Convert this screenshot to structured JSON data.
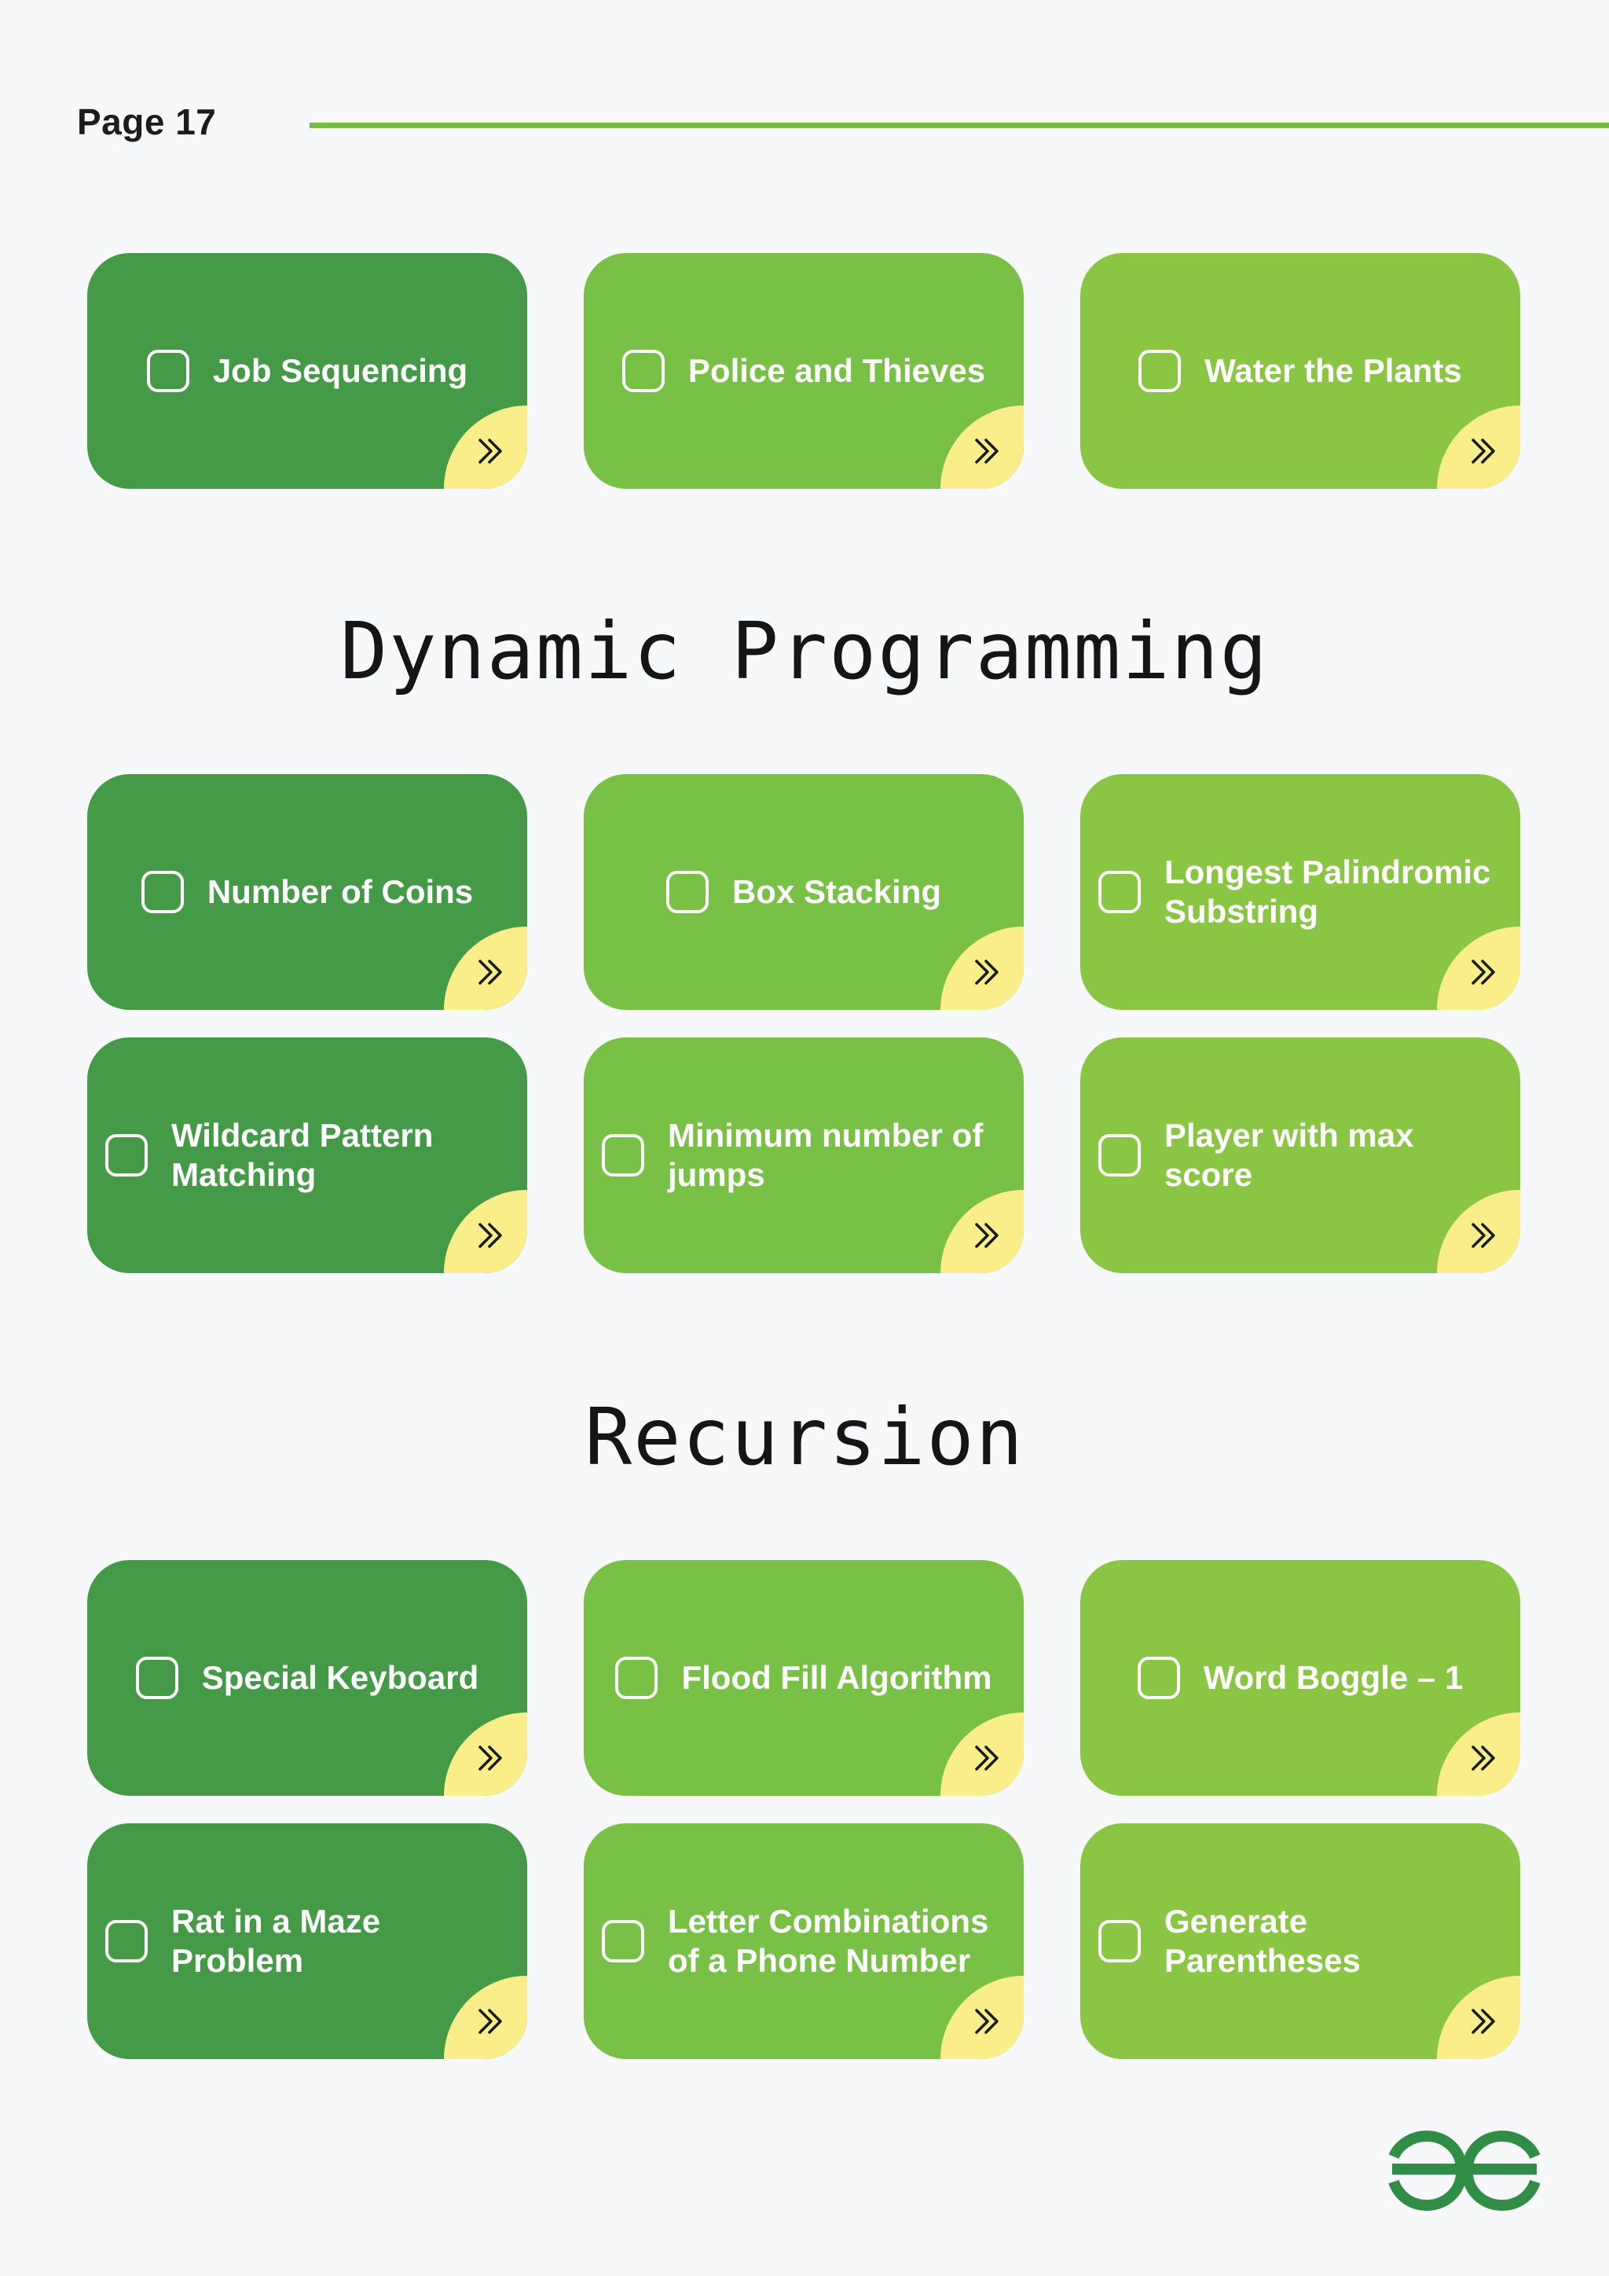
{
  "header": {
    "page_label": "Page 17"
  },
  "colors": {
    "accent": "#72be47",
    "card_dark": "#449a46",
    "card_mid": "#79c046",
    "card_light": "#8bc544",
    "arrow_tab": "#f9ee8a",
    "logo": "#2f8d46"
  },
  "top_cards": [
    {
      "label": "Job Sequencing"
    },
    {
      "label": "Police and Thieves"
    },
    {
      "label": "Water the Plants"
    }
  ],
  "dynamic_programming": {
    "title": "Dynamic Programming",
    "cards": [
      {
        "label": "Number of Coins"
      },
      {
        "label": "Box Stacking"
      },
      {
        "label": "Longest Palindromic Substring"
      },
      {
        "label": "Wildcard Pattern Matching"
      },
      {
        "label": "Minimum number of jumps"
      },
      {
        "label": "Player with max score"
      }
    ]
  },
  "recursion": {
    "title": "Recursion",
    "cards": [
      {
        "label": "Special Keyboard"
      },
      {
        "label": "Flood Fill Algorithm"
      },
      {
        "label": "Word Boggle – 1"
      },
      {
        "label": "Rat in a Maze Problem"
      },
      {
        "label": "Letter Combinations of a Phone Number"
      },
      {
        "label": "Generate Parentheses"
      }
    ]
  },
  "icons": {
    "checkbox": "checkbox-icon",
    "arrow": "double-chevron-right-icon",
    "logo": "gfg-logo"
  }
}
